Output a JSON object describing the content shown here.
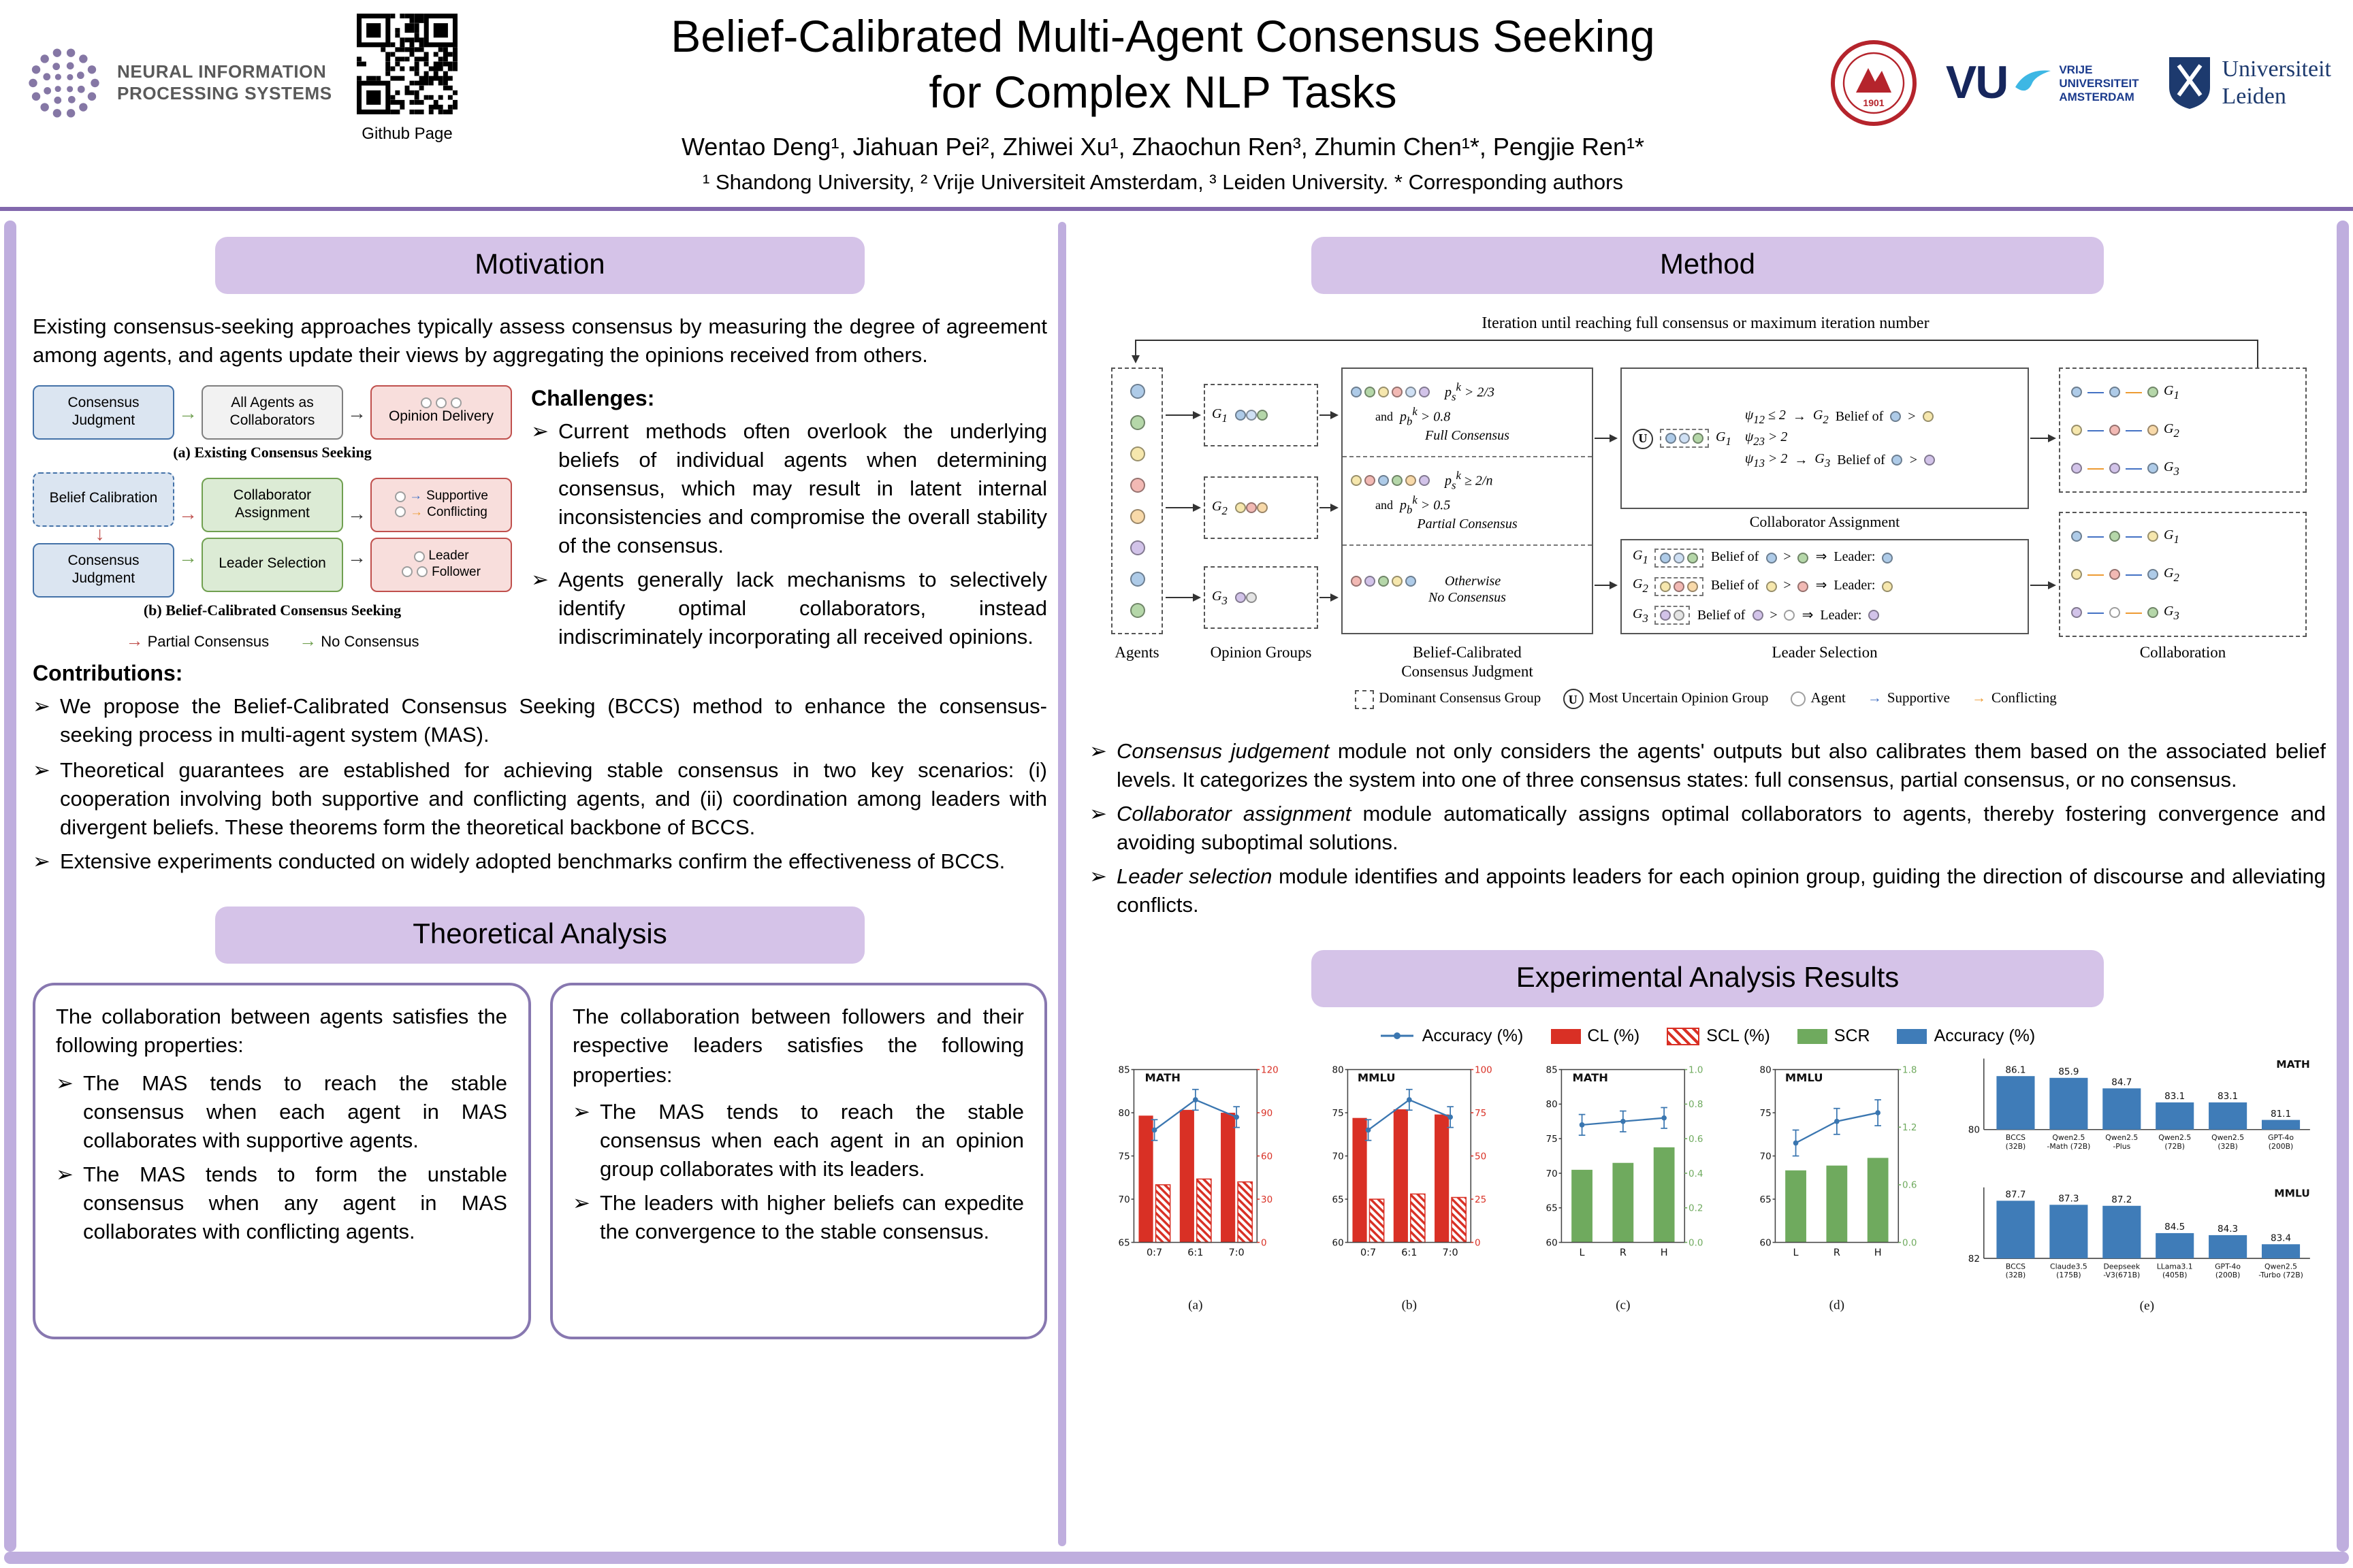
{
  "header": {
    "neurips_line1": "NEURAL INFORMATION",
    "neurips_line2": "PROCESSING SYSTEMS",
    "qr_label": "Github Page",
    "title_line1": "Belief-Calibrated Multi-Agent Consensus Seeking",
    "title_line2": "for Complex NLP Tasks",
    "authors": "Wentao Deng¹, Jiahuan Pei², Zhiwei Xu¹, Zhaochun Ren³, Zhumin Chen¹*, Pengjie Ren¹*",
    "affiliations": "¹ Shandong University,  ² Vrije Universiteit Amsterdam,  ³ Leiden University.  * Corresponding authors",
    "sdu_year": "1901",
    "vu_abbr": "VU",
    "vu_line1": "VRIJE",
    "vu_line2": "UNIVERSITEIT",
    "vu_line3": "AMSTERDAM",
    "leiden_line1": "Universiteit",
    "leiden_line2": "Leiden"
  },
  "motivation": {
    "section_title": "Motivation",
    "intro": "Existing consensus-seeking approaches typically assess consensus by measuring the degree of agreement among agents, and agents update their views by aggregating the opinions received from others.",
    "figure": {
      "a": {
        "box1": "Consensus Judgment",
        "box2": "All Agents as Collaborators",
        "box3": "Opinion Delivery",
        "caption": "(a) Existing Consensus Seeking"
      },
      "b": {
        "belief_calibration": "Belief Calibration",
        "consensus_judgment": "Consensus Judgment",
        "collaborator_assignment": "Collaborator Assignment",
        "leader_selection": "Leader Selection",
        "supportive": "Supportive",
        "conflicting": "Conflicting",
        "leader": "Leader",
        "follower": "Follower",
        "caption": "(b) Belief-Calibrated Consensus Seeking"
      },
      "legend": {
        "partial": "Partial Consensus",
        "no": "No Consensus"
      }
    },
    "challenges_title": "Challenges:",
    "challenges": [
      "Current methods often overlook the underlying beliefs of individual agents when determining consensus, which may result in latent internal inconsistencies and compromise the overall stability of the consensus.",
      "Agents generally lack mechanisms to selectively identify optimal collaborators, instead indiscriminately incorporating all received opinions."
    ],
    "contributions_title": "Contributions:",
    "contributions": [
      "We propose the Belief-Calibrated Consensus Seeking (BCCS) method to enhance the consensus-seeking process in multi-agent system (MAS).",
      "Theoretical guarantees are established for achieving stable consensus in two key scenarios: (i) cooperation involving both supportive and conflicting agents, and (ii) coordination among leaders with divergent beliefs. These theorems form the theoretical backbone of BCCS.",
      "Extensive experiments conducted on widely adopted benchmarks confirm the effectiveness of BCCS."
    ]
  },
  "theory": {
    "section_title": "Theoretical Analysis",
    "box1": {
      "intro": "The collaboration between agents satisfies the following properties:",
      "bullets": [
        "The MAS tends to reach the stable consensus when each agent in MAS collaborates with supportive agents.",
        "The MAS tends to form the unstable consensus when any agent in MAS collaborates with conflicting agents."
      ]
    },
    "box2": {
      "intro": "The collaboration between followers and their respective leaders satisfies the following properties:",
      "bullets": [
        "The MAS tends to reach the stable consensus when each agent in an opinion group collaborates with its leaders.",
        "The leaders with higher beliefs can expedite the convergence to the stable consensus."
      ]
    }
  },
  "method": {
    "section_title": "Method",
    "diagram": {
      "iteration_caption": "Iteration until reaching full consensus or maximum iteration number",
      "columns": [
        "Agents",
        "Opinion Groups",
        "Belief-Calibrated",
        "Consensus Judgment",
        "Collaborator Assignment",
        "Leader Selection",
        "Collaboration"
      ],
      "groups": [
        "G<sub>1</sub>",
        "G<sub>2</sub>",
        "G<sub>3</sub>"
      ],
      "full": {
        "label": "Full Consensus",
        "f1": "p<sub>s</sub><sup>k</sup> &gt; 2/3",
        "and": "and",
        "f2": "p<sub>b</sub><sup>k</sup> &gt; 0.8"
      },
      "partial": {
        "label": "Partial Consensus",
        "f1": "p<sub>s</sub><sup>k</sup> ≥ 2/n",
        "and": "and",
        "f2": "p<sub>b</sub><sup>k</sup> &gt; 0.5"
      },
      "none": {
        "label": "No Consensus",
        "otherwise": "Otherwise"
      },
      "psi": [
        "ψ<sub>12</sub> ≤ 2",
        "ψ<sub>23</sub> &gt; 2",
        "ψ<sub>13</sub> &gt; 2"
      ],
      "belief_of": "Belief of",
      "leader": "Leader:",
      "gt": ">",
      "implies": "⇒",
      "arrow": "→",
      "u_mark": "U",
      "agents_dots": [
        "#aecbe8",
        "#b5d7a9",
        "#f6e7ad",
        "#f2b9b4",
        "#f8d9a9",
        "#d2c3e9",
        "#aecbe8",
        "#b5d7a9"
      ],
      "g1_dots": [
        "#aecbe8",
        "#cfe0f4",
        "#b5d7a9"
      ],
      "g2_dots": [
        "#f6e7ad",
        "#f2b9b4",
        "#f8d9a9"
      ],
      "g3_dots": [
        "#d2c3e9",
        "#e4e4e4"
      ],
      "cj_dots_full": [
        "#aecbe8",
        "#b5d7a9",
        "#f6e7ad",
        "#f2b9b4",
        "#cfe0f4",
        "#d2c3e9"
      ],
      "cj_dots_partial": [
        "#f6e7ad",
        "#f2b9b4",
        "#aecbe8",
        "#b5d7a9",
        "#f8d9a9",
        "#d2c3e9"
      ],
      "cj_dots_none": [
        "#f2b9b4",
        "#d2c3e9",
        "#b5d7a9",
        "#f6e7ad",
        "#aecbe8"
      ],
      "legend": [
        "Dominant Consensus Group",
        "Most Uncertain Opinion Group",
        "Agent",
        "Supportive",
        "Conflicting"
      ]
    },
    "bullets": [
      {
        "lead": "Consensus judgement",
        "rest": " module not only considers the agents' outputs but also calibrates them based on the associated belief levels. It categorizes the system into one of three consensus states: full consensus, partial consensus, or no consensus."
      },
      {
        "lead": "Collaborator assignment",
        "rest": " module automatically assigns optimal collaborators to agents, thereby fostering convergence and avoiding suboptimal solutions."
      },
      {
        "lead": "Leader selection",
        "rest": " module identifies and appoints leaders for each opinion group, guiding the direction of discourse and alleviating conflicts."
      }
    ]
  },
  "experiments": {
    "section_title": "Experimental Analysis Results",
    "legend": [
      {
        "label": "Accuracy (%)",
        "type": "line",
        "color": "#3a76b0"
      },
      {
        "label": "CL (%)",
        "type": "solid",
        "color": "#d93025"
      },
      {
        "label": "SCL (%)",
        "type": "hatched",
        "color": "#d93025"
      },
      {
        "label": "SCR",
        "type": "solid",
        "color": "#6faa5e"
      },
      {
        "label": "Accuracy (%)",
        "type": "solid",
        "color": "#3f7cb8"
      }
    ]
  },
  "chart_data": [
    {
      "id": "a",
      "type": "bar+line",
      "title": "MATH",
      "caption": "(a)",
      "categories": [
        "0:7",
        "6:1",
        "7:0"
      ],
      "left_axis": {
        "min": 65,
        "max": 85,
        "ticks": [
          65,
          70,
          75,
          80,
          85
        ]
      },
      "right_axis": {
        "ticks": [
          0,
          30,
          60,
          90,
          120
        ],
        "color": "#d93025"
      },
      "line": {
        "name": "Accuracy (%)",
        "values": [
          78,
          81.5,
          79.5
        ],
        "err": 1.2
      },
      "bars": [
        {
          "name": "CL (%)",
          "style": "solid",
          "color": "#d93025",
          "values": [
            88,
            92,
            90
          ]
        },
        {
          "name": "SCL (%)",
          "style": "hatched",
          "color": "#d93025",
          "values": [
            40,
            44,
            42
          ]
        }
      ]
    },
    {
      "id": "b",
      "type": "bar+line",
      "title": "MMLU",
      "caption": "(b)",
      "categories": [
        "0:7",
        "6:1",
        "7:0"
      ],
      "left_axis": {
        "min": 60,
        "max": 80,
        "ticks": [
          60,
          65,
          70,
          75,
          80
        ]
      },
      "right_axis": {
        "ticks": [
          0,
          25,
          50,
          75,
          100
        ],
        "color": "#d93025"
      },
      "line": {
        "name": "Accuracy (%)",
        "values": [
          73,
          76.5,
          74.5
        ],
        "err": 1.2
      },
      "bars": [
        {
          "name": "CL (%)",
          "style": "solid",
          "color": "#d93025",
          "values": [
            72,
            77,
            74
          ]
        },
        {
          "name": "SCL (%)",
          "style": "hatched",
          "color": "#d93025",
          "values": [
            25,
            28,
            26
          ]
        }
      ]
    },
    {
      "id": "c",
      "type": "bar+line",
      "title": "MATH",
      "caption": "(c)",
      "categories": [
        "L",
        "R",
        "H"
      ],
      "left_axis": {
        "min": 60,
        "max": 85,
        "ticks": [
          60,
          65,
          70,
          75,
          80,
          85
        ]
      },
      "right_axis": {
        "ticks": [
          "0.0",
          "0.2",
          "0.4",
          "0.6",
          "0.8",
          "1.0"
        ],
        "color": "#6faa5e"
      },
      "line": {
        "name": "Accuracy (%)",
        "values": [
          77,
          77.5,
          78
        ],
        "err": 1.5
      },
      "bars": [
        {
          "name": "SCR",
          "style": "solid",
          "color": "#6faa5e",
          "values": [
            0.42,
            0.46,
            0.55
          ]
        }
      ]
    },
    {
      "id": "d",
      "type": "bar+line",
      "title": "MMLU",
      "caption": "(d)",
      "categories": [
        "L",
        "R",
        "H"
      ],
      "left_axis": {
        "min": 60,
        "max": 80,
        "ticks": [
          60,
          65,
          70,
          75,
          80
        ]
      },
      "right_axis": {
        "ticks": [
          "0.0",
          "0.6",
          "1.2",
          "1.8"
        ],
        "color": "#6faa5e"
      },
      "line": {
        "name": "Accuracy (%)",
        "values": [
          71.5,
          74,
          75
        ],
        "err": 1.5
      },
      "bars": [
        {
          "name": "SCR",
          "style": "solid",
          "color": "#6faa5e",
          "values": [
            0.75,
            0.8,
            0.88
          ]
        }
      ]
    },
    {
      "id": "e",
      "type": "bar-panels",
      "caption": "(e)",
      "panels": [
        {
          "title": "MATH",
          "baseline": 80,
          "ymax": 87.5,
          "values": [
            86.1,
            85.9,
            84.7,
            83.1,
            83.1,
            81.1
          ],
          "labels": [
            [
              "BCCS",
              "(32B)"
            ],
            [
              "Qwen2.5",
              "-Math (72B)"
            ],
            [
              "Qwen2.5",
              "-Plus"
            ],
            [
              "Qwen2.5",
              "(72B)"
            ],
            [
              "Qwen2.5",
              "(32B)"
            ],
            [
              "GPT-4o",
              "(200B)"
            ]
          ]
        },
        {
          "title": "MMLU",
          "baseline": 82,
          "ymax": 88.5,
          "values": [
            87.7,
            87.3,
            87.2,
            84.5,
            84.3,
            83.4
          ],
          "labels": [
            [
              "BCCS",
              "(32B)"
            ],
            [
              "Claude3.5",
              "(175B)"
            ],
            [
              "Deepseek",
              "-V3(671B)"
            ],
            [
              "LLama3.1",
              "(405B)"
            ],
            [
              "GPT-4o",
              "(200B)"
            ],
            [
              "Qwen2.5",
              "-Turbo (72B)"
            ]
          ]
        }
      ]
    }
  ],
  "palette": {
    "agent_blue": "#aecbe8",
    "agent_green": "#b5d7a9",
    "agent_yellow": "#f6e7ad",
    "agent_red": "#f2b9b4",
    "agent_orange": "#f8d9a9",
    "agent_purple": "#d2c3e9",
    "supportive": "#4472c4",
    "conflicting": "#ed9b33",
    "section_header_bg": "#d5c3e8",
    "accent_purple": "#8268ad"
  }
}
